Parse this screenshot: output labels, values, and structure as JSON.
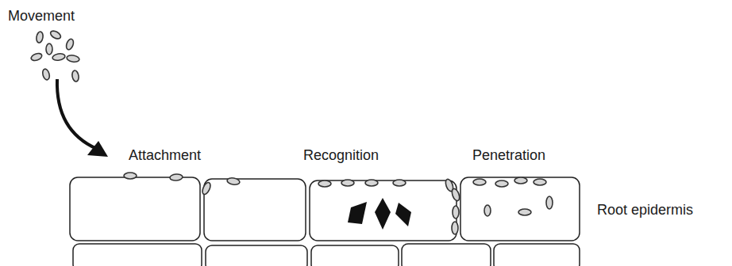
{
  "diagram": {
    "labels": [
      "Movement",
      "Attachment",
      "Recognition",
      "Penetration",
      "Root epidermis"
    ]
  }
}
